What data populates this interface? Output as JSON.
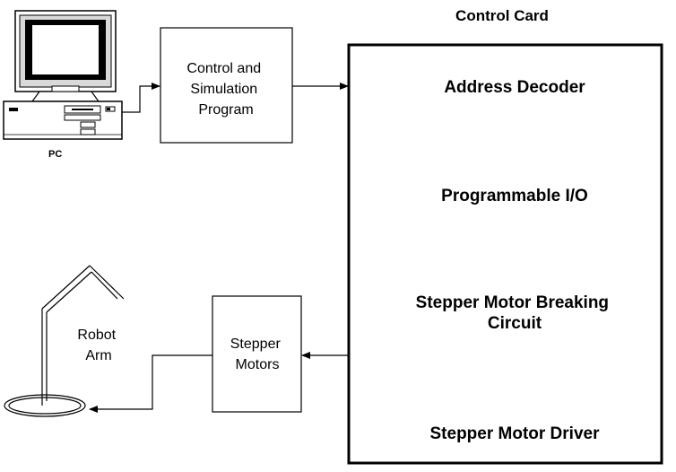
{
  "pc": {
    "label": "PC"
  },
  "program_box": {
    "line1": "Control and",
    "line2": "Simulation",
    "line3": "Program"
  },
  "control_card": {
    "title": "Control Card",
    "components": {
      "address_decoder": "Address Decoder",
      "programmable_io": "Programmable I/O",
      "breaking_circuit_line1": "Stepper Motor Breaking",
      "breaking_circuit_line2": "Circuit",
      "motor_driver": "Stepper Motor Driver"
    }
  },
  "stepper_motors_box": {
    "line1": "Stepper",
    "line2": "Motors"
  },
  "robot_arm": {
    "line1": "Robot",
    "line2": "Arm"
  }
}
